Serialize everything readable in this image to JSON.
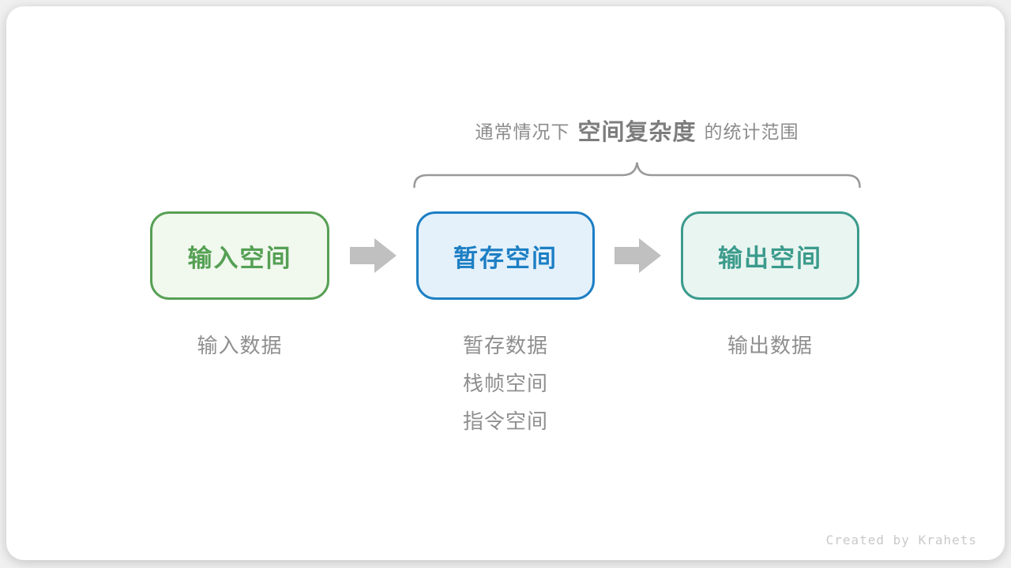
{
  "page": {
    "background_color": "#f0f0f0",
    "card_color": "#ffffff"
  },
  "caption": {
    "prefix": "通常情况下",
    "highlight": "空间复杂度",
    "suffix": "的统计范围",
    "text_color": "#8c8c8c",
    "highlight_color": "#7d7d7d"
  },
  "diagram": {
    "brace_color": "#999999",
    "arrow_color": "#c0c0c0",
    "note_color": "#8f8f8f",
    "boxes": [
      {
        "id": "input-space",
        "label": "输入空间",
        "border_color": "#57a054",
        "fill_color": "#f1f8ee",
        "text_color": "#55a054"
      },
      {
        "id": "temp-space",
        "label": "暂存空间",
        "border_color": "#1d7fc4",
        "fill_color": "#e4f1fb",
        "text_color": "#1d7fc4"
      },
      {
        "id": "output-space",
        "label": "输出空间",
        "border_color": "#3b9b8c",
        "fill_color": "#e9f5f1",
        "text_color": "#3b9b8c"
      }
    ],
    "notes": [
      {
        "box": "input-space",
        "lines": [
          "输入数据"
        ]
      },
      {
        "box": "temp-space",
        "lines": [
          "暂存数据",
          "栈帧空间",
          "指令空间"
        ]
      },
      {
        "box": "output-space",
        "lines": [
          "输出数据"
        ]
      }
    ]
  },
  "footer": {
    "credit": "Created by Krahets",
    "color": "#c9c9c9"
  }
}
